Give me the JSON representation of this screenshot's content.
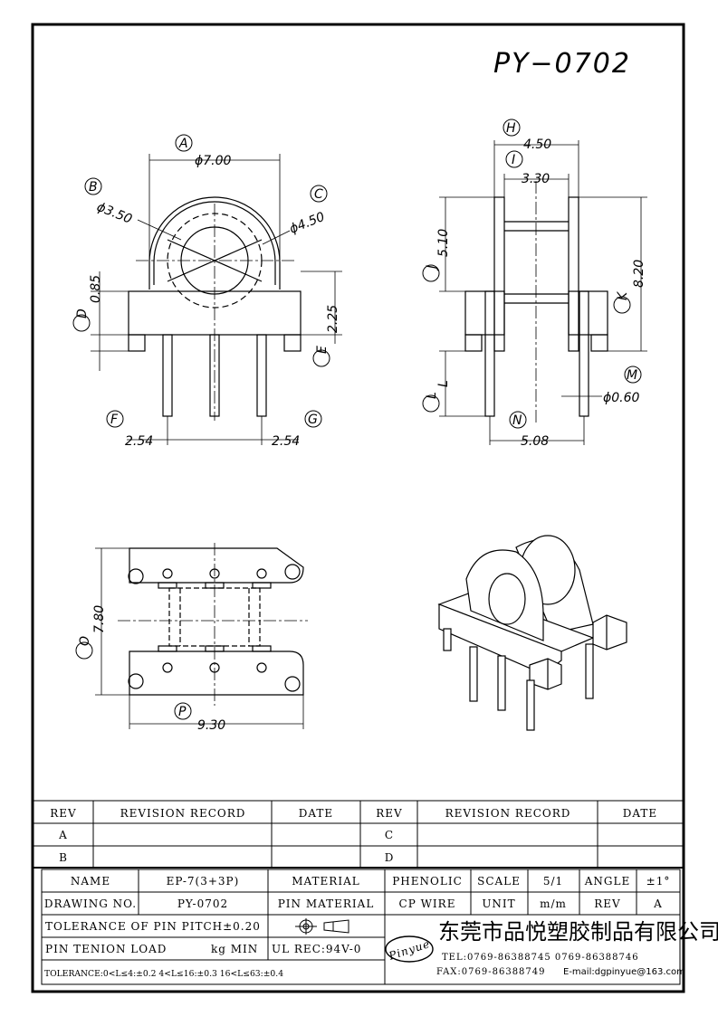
{
  "part_number": "PY−0702",
  "front_view": {
    "labels": {
      "A": "A",
      "B": "B",
      "C": "C",
      "D": "D",
      "E": "E",
      "F": "F",
      "G": "G"
    },
    "dims": {
      "outer_dia": "ϕ7.00",
      "inner_dia": "ϕ3.50",
      "mid_dia": "ϕ4.50",
      "flange_h": "0.85",
      "base_h": "2.25",
      "pitch_left": "2.54",
      "pitch_right": "2.54"
    }
  },
  "side_view": {
    "labels": {
      "H": "H",
      "I": "I",
      "J": "J",
      "K": "K",
      "L": "L",
      "M": "M",
      "N": "N"
    },
    "dims": {
      "width": "4.50",
      "inner_width": "3.30",
      "upper_h": "5.10",
      "total_h": "8.20",
      "pin_len": "L",
      "pin_dia": "ϕ0.60",
      "pin_span": "5.08"
    }
  },
  "top_view": {
    "labels": {
      "O": "O",
      "P": "P"
    },
    "dims": {
      "height": "7.80",
      "width": "9.30"
    }
  },
  "revision_table": {
    "headers": [
      "REV",
      "REVISION RECORD",
      "DATE",
      "REV",
      "REVISION RECORD",
      "DATE"
    ],
    "rows": [
      [
        "A",
        "",
        "",
        "C",
        "",
        ""
      ],
      [
        "B",
        "",
        "",
        "D",
        "",
        ""
      ]
    ]
  },
  "title_block": {
    "name_label": "NAME",
    "name_value": "EP-7(3+3P)",
    "material_label": "MATERIAL",
    "material_value": "PHENOLIC",
    "scale_label": "SCALE",
    "scale_value": "5/1",
    "angle_label": "ANGLE",
    "angle_value": "±1°",
    "drawing_no_label": "DRAWING NO.",
    "drawing_no_value": "PY-0702",
    "pin_material_label": "PIN MATERIAL",
    "pin_material_value": "CP WIRE",
    "unit_label": "UNIT",
    "unit_value": "m/m",
    "rev_label": "REV",
    "rev_value": "A",
    "tolerance_pitch": "TOLERANCE OF PIN PITCH±0.20",
    "pin_tension_label": "PIN TENION LOAD",
    "pin_tension_value": "kg MIN",
    "ul_rec": "UL REC:94V-0",
    "tolerance_ranges": "TOLERANCE:0<L≤4:±0.2  4<L≤16:±0.3  16<L≤63:±0.4",
    "logo_text": "Pinyue",
    "company_name": "东莞市品悦塑胶制品有限公司",
    "tel": "TEL:0769-86388745  0769-86388746",
    "fax": "FAX:0769-86388749",
    "email": "E-mail:dgpinyue@163.com"
  }
}
